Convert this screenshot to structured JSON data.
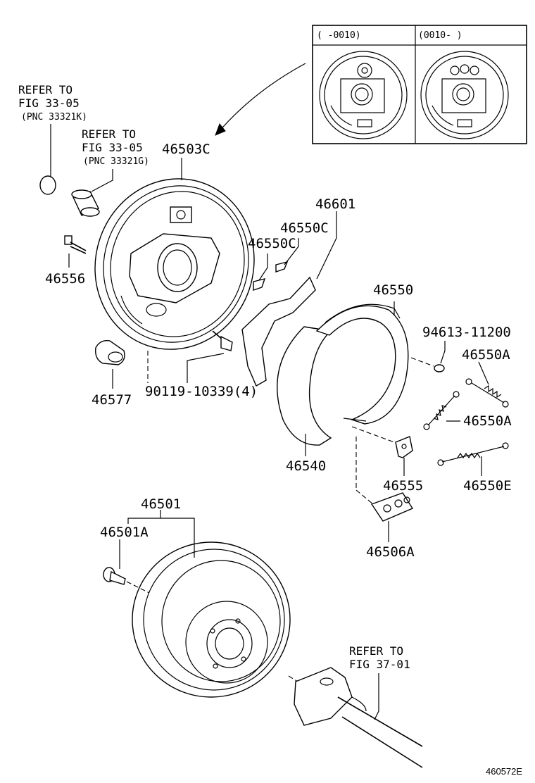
{
  "inset": {
    "left_label": "(     -0010)",
    "right_label": "(0010-     )"
  },
  "refs": [
    {
      "id": "ref-33-05-k",
      "line1": "REFER TO",
      "line2": "FIG 33-05",
      "line3": "(PNC 33321K)"
    },
    {
      "id": "ref-33-05-g",
      "line1": "REFER TO",
      "line2": "FIG 33-05",
      "line3": "(PNC 33321G)"
    },
    {
      "id": "ref-37-01",
      "line1": "REFER TO",
      "line2": "FIG 37-01"
    }
  ],
  "parts": {
    "p46503C": "46503C",
    "p46556": "46556",
    "p46577": "46577",
    "p90119": "90119-10339(4)",
    "p46601": "46601",
    "p46550C_a": "46550C",
    "p46550C_b": "46550C",
    "p46550": "46550",
    "p94613": "94613-11200",
    "p46550A_a": "46550A",
    "p46550A_b": "46550A",
    "p46540": "46540",
    "p46555": "46555",
    "p46550E": "46550E",
    "p46506A": "46506A",
    "p46501": "46501",
    "p46501A": "46501A"
  },
  "figure_id": "460572E"
}
